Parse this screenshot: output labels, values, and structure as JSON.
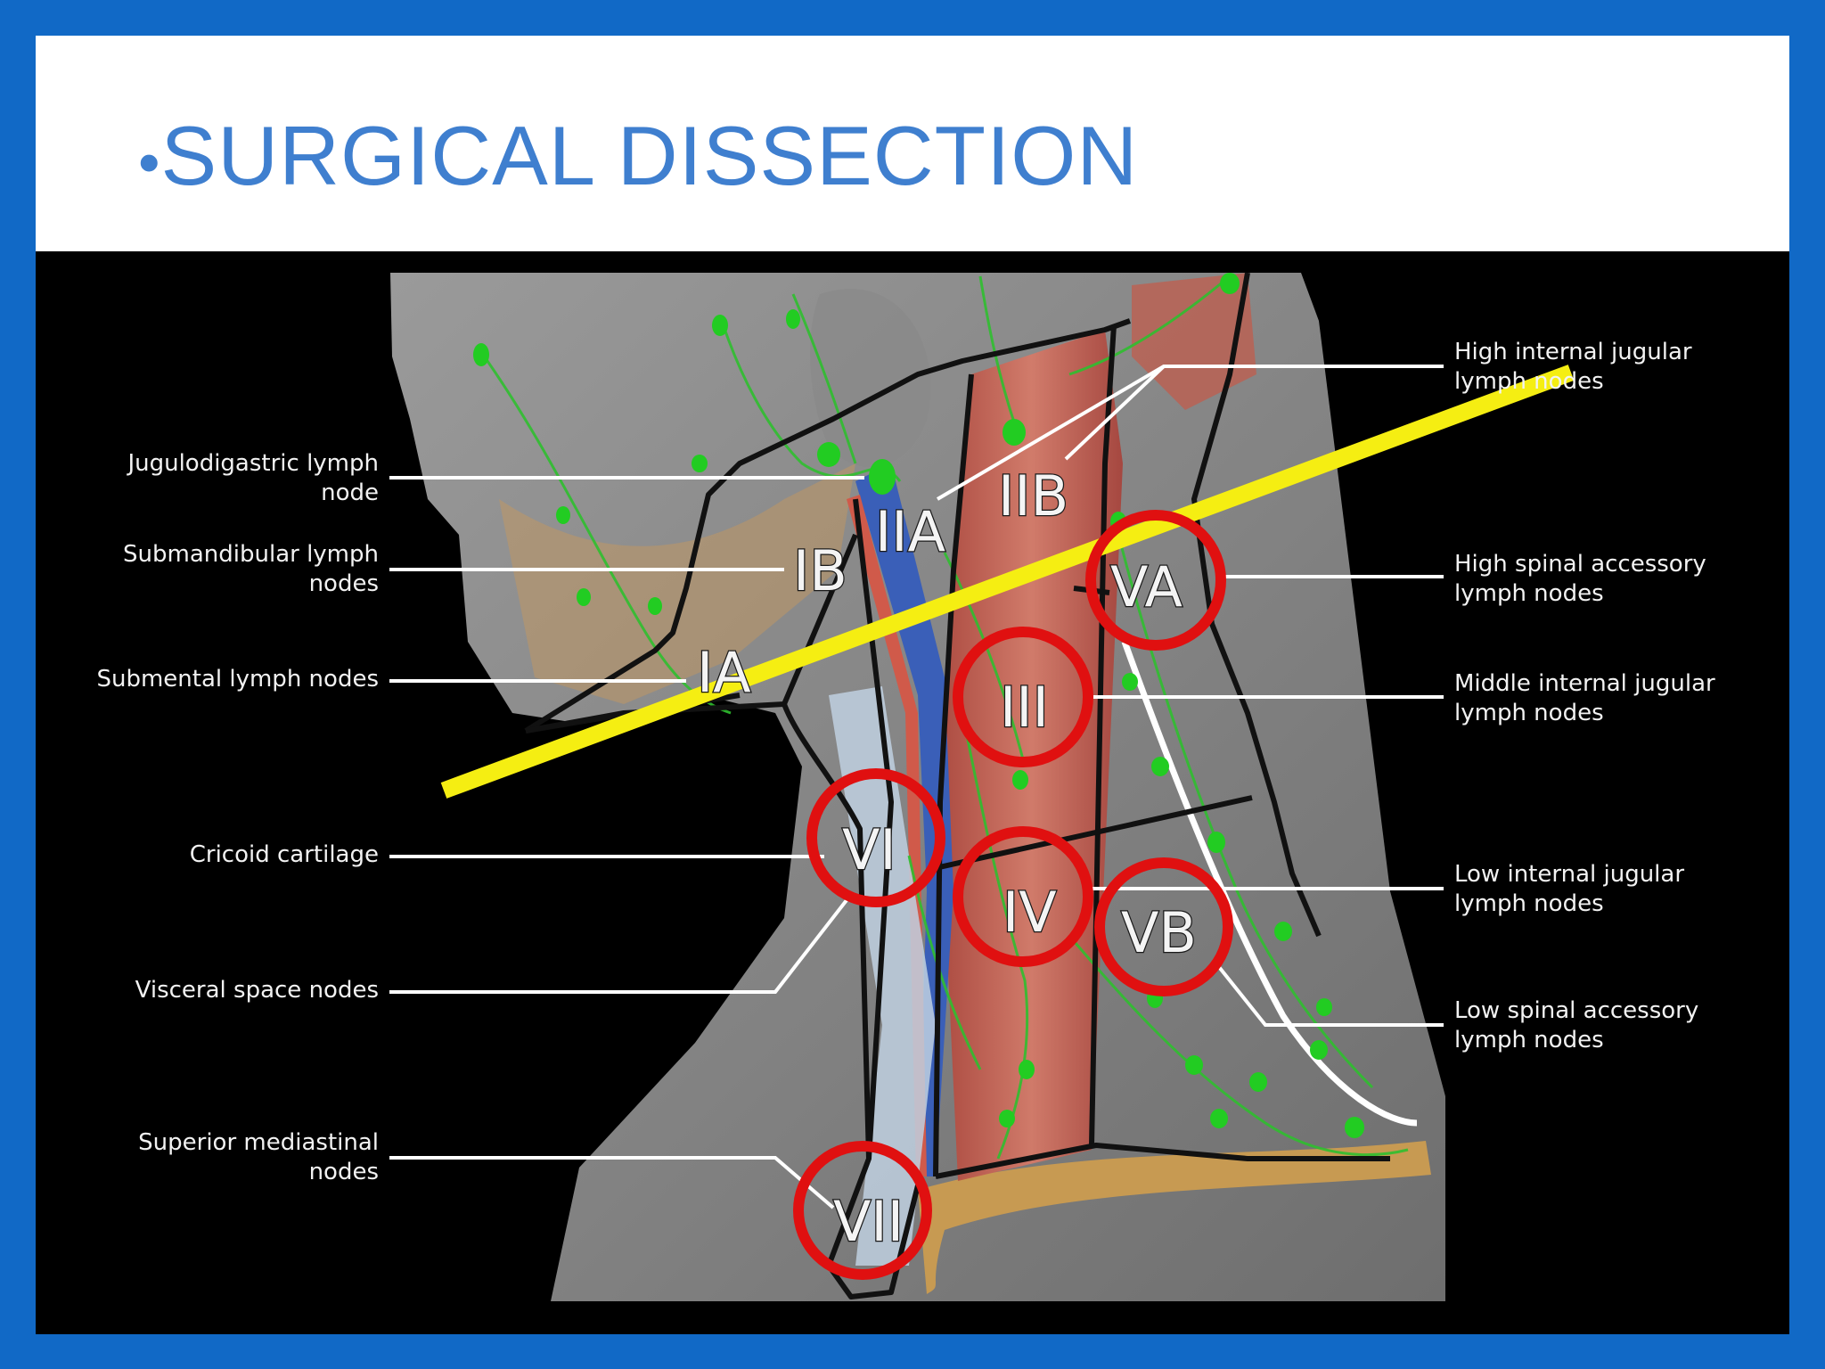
{
  "slide": {
    "title_bullet": "•",
    "title": "SURGICAL DISSECTION",
    "colors": {
      "frame": "#1169c6",
      "title": "#3f7fcf",
      "circle": "#e01010",
      "incision_line": "#f5ee12",
      "node": "#22cc22"
    }
  },
  "diagram": {
    "left_labels": [
      {
        "line1": "Jugulodigastric lymph",
        "line2": "node"
      },
      {
        "line1": "Submandibular lymph",
        "line2": "nodes"
      },
      {
        "line1": "Submental lymph nodes",
        "line2": ""
      },
      {
        "line1": "Cricoid cartilage",
        "line2": ""
      },
      {
        "line1": "Visceral space nodes",
        "line2": ""
      },
      {
        "line1": "Superior mediastinal",
        "line2": "nodes"
      }
    ],
    "right_labels": [
      {
        "line1": "High internal jugular",
        "line2": "lymph nodes"
      },
      {
        "line1": "High spinal accessory",
        "line2": "lymph nodes"
      },
      {
        "line1": "Middle internal jugular",
        "line2": "lymph nodes"
      },
      {
        "line1": "Low internal jugular",
        "line2": "lymph nodes"
      },
      {
        "line1": "Low spinal accessory",
        "line2": "lymph nodes"
      }
    ],
    "levels": {
      "IA": "IA",
      "IB": "IB",
      "IIA": "IIA",
      "IIB": "IIB",
      "III": "III",
      "IV": "IV",
      "VA": "VA",
      "VB": "VB",
      "VI": "VI",
      "VII": "VII"
    },
    "circled_levels": [
      "VA",
      "III",
      "VI",
      "IV",
      "VB",
      "VII"
    ]
  }
}
